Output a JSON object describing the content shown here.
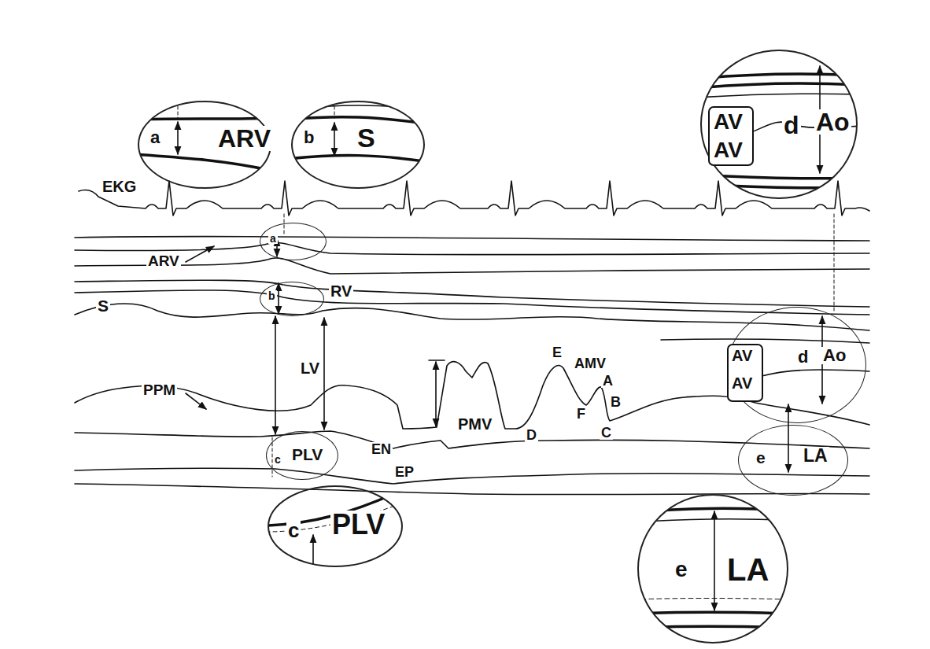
{
  "diagram": {
    "nodes": [
      {
        "text": [
          "a",
          "ARV"
        ]
      },
      {
        "text": [
          "b",
          "S"
        ]
      },
      {
        "text": [
          "d",
          "Ao"
        ]
      },
      {
        "text": [
          "AV",
          "AV"
        ],
        "in": 2
      },
      {
        "text": [
          "a"
        ]
      },
      {
        "text": [
          "b"
        ]
      },
      {
        "text": [
          "d",
          "Ao"
        ]
      },
      {
        "text": [
          "AV",
          "AV"
        ],
        "in": 6
      },
      {
        "text": [
          "c",
          "PLV"
        ]
      },
      {
        "text": [
          "e",
          "LA"
        ]
      },
      {
        "text": [
          "c",
          "PLV"
        ]
      },
      {
        "text": [
          "e",
          "LA"
        ]
      }
    ],
    "labels": [
      "EKG",
      "ARV",
      "RV",
      "S",
      "LV",
      "E",
      "AMV",
      "A",
      "PPM",
      "PMV",
      "F",
      "B",
      "D",
      "C",
      "EN",
      "EP"
    ]
  }
}
